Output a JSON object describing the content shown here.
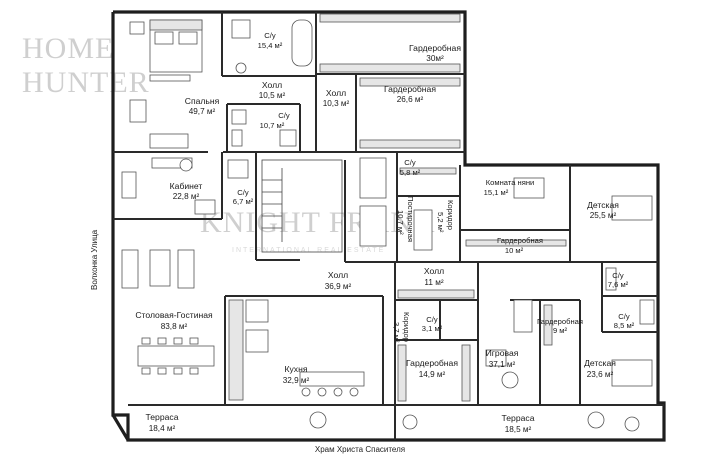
{
  "watermark": {
    "logo_line1": "HOME",
    "logo_line2": "HUNTER",
    "center": "KNIGHT FRANK",
    "center_sub": "INTERNATIONAL REAL ESTATE"
  },
  "streets": {
    "left": "Волхонка Улица",
    "bottom": "Храм Христа Спасителя"
  },
  "rooms": {
    "bedroom": {
      "name": "Спальня",
      "area": "49,7 м²"
    },
    "bath_top": {
      "name": "С/у",
      "area": "15,4 м²"
    },
    "wardrobe_top": {
      "name": "Гардеробная",
      "area": "30м²"
    },
    "hall_a": {
      "name": "Холл",
      "area": "10,5 м²"
    },
    "hall_b": {
      "name": "Холл",
      "area": "10,3 м²"
    },
    "bath_mid": {
      "name": "С/у",
      "area": "10,7 м²"
    },
    "wardrobe_mid": {
      "name": "Гардеробная",
      "area": "26,6 м²"
    },
    "study": {
      "name": "Кабинет",
      "area": "22,8 м²"
    },
    "wc_small": {
      "name": "С/у",
      "area": "6,7 м²"
    },
    "wc_5_8": {
      "name": "С/у",
      "area": "5,8 м²"
    },
    "nanny": {
      "name": "Комната няни",
      "area": "15,1 м²"
    },
    "child_1": {
      "name": "Детская",
      "area": "25,5 м²"
    },
    "laundry": {
      "name": "Постирочная",
      "area": "10,7 м²"
    },
    "corridor_v": {
      "name": "Коридор",
      "area": "5,2 м²"
    },
    "wardrobe_10": {
      "name": "Гардеробная",
      "area": "10 м²"
    },
    "living": {
      "name": "Столовая-Гостиная",
      "area": "83,8 м²"
    },
    "hall_big": {
      "name": "Холл",
      "area": "36,9 м²"
    },
    "hall_11": {
      "name": "Холл",
      "area": "11 м²"
    },
    "wc_7_6": {
      "name": "С/у",
      "area": "7,6 м²"
    },
    "wc_8_5": {
      "name": "С/у",
      "area": "8,5 м²"
    },
    "wardrobe_9": {
      "name": "Гардеробная",
      "area": "9 м²"
    },
    "corridor_b": {
      "name": "Коридор",
      "area": "3,7 м²"
    },
    "wc_3_1": {
      "name": "С/у",
      "area": "3,1 м²"
    },
    "kitchen": {
      "name": "Кухня",
      "area": "32,9 м²"
    },
    "wardrobe_14": {
      "name": "Гардеробная",
      "area": "14,9 м²"
    },
    "playroom": {
      "name": "Игровая",
      "area": "37,1 м²"
    },
    "child_2": {
      "name": "Детская",
      "area": "23,6 м²"
    },
    "terrace_1": {
      "name": "Терраса",
      "area": "18,4 м²"
    },
    "terrace_2": {
      "name": "Терраса",
      "area": "18,5 м²"
    }
  },
  "colors": {
    "wall": "#1e1e1e",
    "background": "#ffffff",
    "watermark": "#cfcfcf"
  }
}
